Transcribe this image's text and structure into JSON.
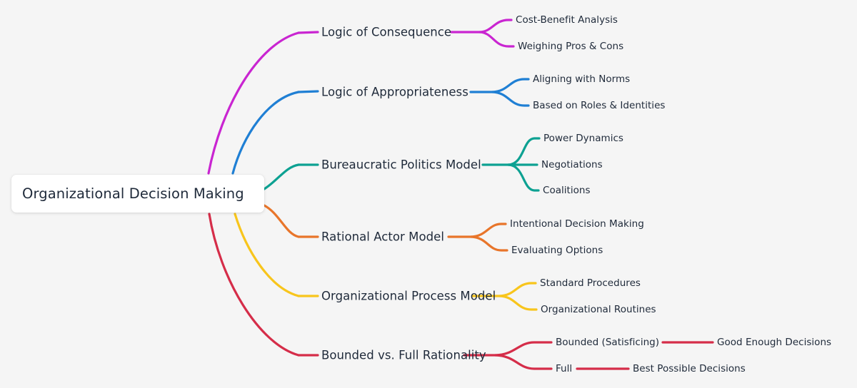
{
  "canvas": {
    "background": "#f5f5f5",
    "text_color": "#1f2a3a"
  },
  "root": {
    "label": "Organizational Decision Making"
  },
  "branches": [
    {
      "label": "Logic of Consequence",
      "color": "#c925d1",
      "children": [
        {
          "label": "Cost-Benefit Analysis"
        },
        {
          "label": "Weighing Pros & Cons"
        }
      ]
    },
    {
      "label": "Logic of Appropriateness",
      "color": "#1f7fd4",
      "children": [
        {
          "label": "Aligning with Norms"
        },
        {
          "label": "Based on Roles & Identities"
        }
      ]
    },
    {
      "label": "Bureaucratic Politics Model",
      "color": "#0da192",
      "children": [
        {
          "label": "Power Dynamics"
        },
        {
          "label": "Negotiations"
        },
        {
          "label": "Coalitions"
        }
      ]
    },
    {
      "label": "Rational Actor Model",
      "color": "#e8752a",
      "children": [
        {
          "label": "Intentional Decision Making"
        },
        {
          "label": "Evaluating Options"
        }
      ]
    },
    {
      "label": "Organizational Process Model",
      "color": "#f8c51c",
      "children": [
        {
          "label": "Standard Procedures"
        },
        {
          "label": "Organizational Routines"
        }
      ]
    },
    {
      "label": "Bounded vs. Full Rationality",
      "color": "#d52d49",
      "children": [
        {
          "label": "Bounded (Satisficing)",
          "children": [
            {
              "label": "Good Enough Decisions"
            }
          ]
        },
        {
          "label": "Full",
          "children": [
            {
              "label": "Best Possible Decisions"
            }
          ]
        }
      ]
    }
  ]
}
